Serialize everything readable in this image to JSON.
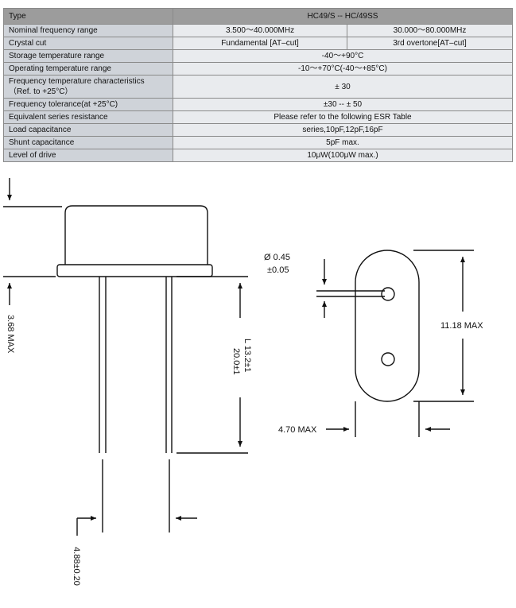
{
  "table": {
    "header": {
      "label": "Type",
      "value": "HC49/S -- HC/49SS"
    },
    "rows": [
      {
        "param": "Nominal frequency range",
        "value1": "3.500～40.000MHz",
        "value2": "30.000～80.000MHz"
      },
      {
        "param": "Crystal cut",
        "value1": "Fundamental [AT–cut]",
        "value2": "3rd overtone[AT–cut]"
      },
      {
        "param": "Storage temperature range",
        "value": "-40～+90°C"
      },
      {
        "param": "Operating temperature range",
        "value": "-10～+70°C(-40～+85°C)"
      },
      {
        "param": "Frequency temperature characteristics",
        "param2": "（Ref. to +25°C）",
        "value": "± 30"
      },
      {
        "param": "Frequency tolerance(at +25°C)",
        "value": "±30 -- ± 50"
      },
      {
        "param": "Equivalent series resistance",
        "value": "Please refer to the following ESR Table"
      },
      {
        "param": "Load capacitance",
        "value": "series,10pF,12pF,16pF"
      },
      {
        "param": "Shunt capacitance",
        "value": "5pF max."
      },
      {
        "param": "Level of drive",
        "value": "10μW(100μW max.)"
      }
    ]
  },
  "drawing": {
    "height_label": "3.68 MAX",
    "lead_length_label_1": "L 13.2±1",
    "lead_length_label_2": "20.0±1",
    "pitch_label": "4.88±0.20",
    "lead_dia_label_1": "Ø 0.45",
    "lead_dia_label_2": "±0.05",
    "body_width_label": "4.70 MAX",
    "body_length_label": "11.18 MAX"
  }
}
